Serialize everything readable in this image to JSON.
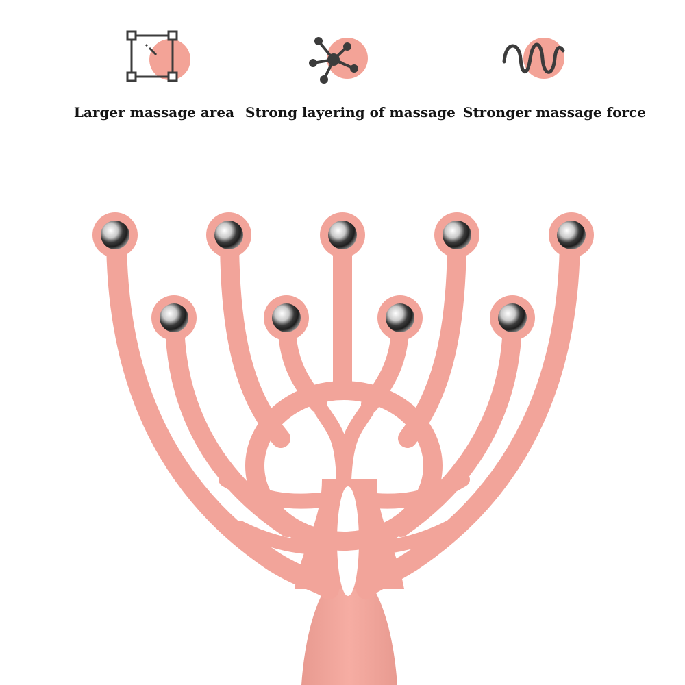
{
  "features": [
    {
      "label": "Larger massage area",
      "icon": "expand-area-icon"
    },
    {
      "label": "Strong layering of massage",
      "icon": "network-nodes-icon"
    },
    {
      "label": "Stronger massage force",
      "icon": "wave-force-icon"
    }
  ],
  "colors": {
    "accent": "#f3a397",
    "icon_stroke": "#3c3c3c",
    "product_body": "#f2a49a",
    "product_shadow": "#e48e84",
    "product_highlight": "#fbc2b8",
    "ball_light": "#ffffff",
    "ball_dark": "#1e1e1e",
    "label_text": "#141414"
  }
}
